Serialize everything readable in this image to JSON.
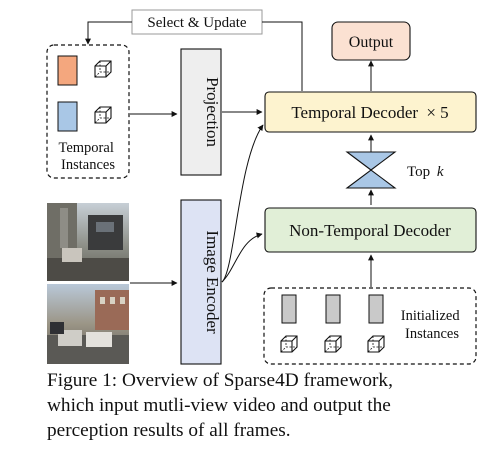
{
  "diagram": {
    "select_update_label": "Select & Update",
    "output_label": "Output",
    "temporal_decoder_label": "Temporal Decoder",
    "temporal_decoder_multiplier": "× 5",
    "topk_label": "Top",
    "topk_var": "k",
    "non_temporal_decoder_label": "Non-Temporal Decoder",
    "projection_label": "Projection",
    "image_encoder_label": "Image Encoder",
    "temporal_instances_label": [
      "Temporal",
      "Instances"
    ],
    "initialized_instances_label": [
      "Initialized",
      "Instances"
    ],
    "colors": {
      "output_fill": "#fbe1d2",
      "temporal_decoder_fill": "#fdf3cf",
      "non_temporal_decoder_fill": "#e1efd7",
      "projection_fill": "#eeeeee",
      "image_encoder_fill": "#dde3f4",
      "orange_square": "#f4a77e",
      "blue_square": "#a9c7e6",
      "hourglass": "#a9c7e6",
      "gray_square": "#c9c9c9"
    },
    "icons": [
      "cube-icon",
      "hourglass-icon",
      "camera-image"
    ]
  },
  "caption": {
    "lines": [
      "Figure 1:  Overview of Sparse4D framework,",
      "which input mutli-view video and output the",
      "perception results of all frames."
    ]
  }
}
